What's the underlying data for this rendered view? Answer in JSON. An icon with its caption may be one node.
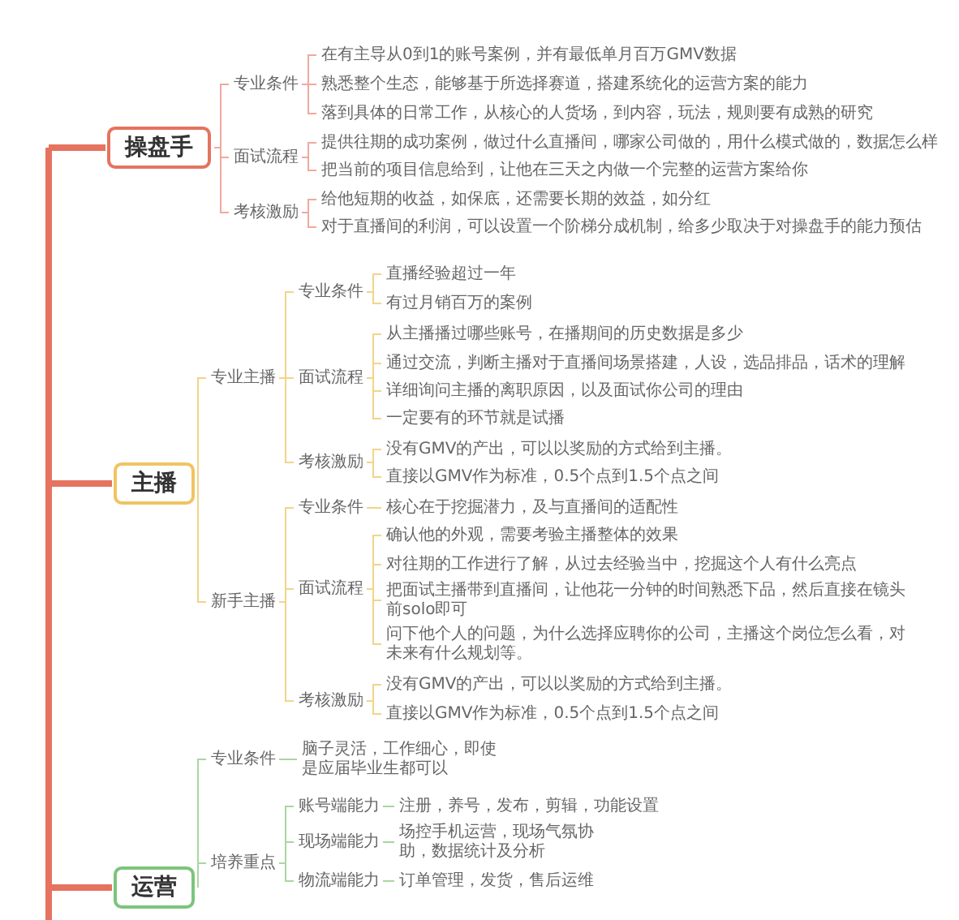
{
  "diagram": {
    "nodes": [
      {
        "text": [
          "操盘手"
        ]
      },
      {
        "text": [
          "专业条件"
        ]
      },
      {
        "text": [
          "在有主导从0到1的账号案例，并有最低单月百万GMV数据"
        ]
      },
      {
        "text": [
          "熟悉整个生态，能够基于所选择赛道，搭建系统化的运营方案的能力"
        ]
      },
      {
        "text": [
          "落到具体的日常工作，从核心的人货场，到内容，玩法，规则要有成熟的研究"
        ]
      },
      {
        "text": [
          "面试流程"
        ]
      },
      {
        "text": [
          "提供往期的成功案例，做过什么直播间，哪家公司做的，用什么模式做的，数据怎么样"
        ]
      },
      {
        "text": [
          "把当前的项目信息给到，让他在三天之内做一个完整的运营方案给你"
        ]
      },
      {
        "text": [
          "考核激励"
        ]
      },
      {
        "text": [
          "给他短期的收益，如保底，还需要长期的效益，如分红"
        ]
      },
      {
        "text": [
          "对于直播间的利润，可以设置一个阶梯分成机制，给多少取决于对操盘手的能力预估"
        ]
      },
      {
        "text": [
          "主播"
        ]
      },
      {
        "text": [
          "专业主播"
        ]
      },
      {
        "text": [
          "专业条件"
        ]
      },
      {
        "text": [
          "直播经验超过一年"
        ]
      },
      {
        "text": [
          "有过月销百万的案例"
        ]
      },
      {
        "text": [
          "面试流程"
        ]
      },
      {
        "text": [
          "从主播播过哪些账号，在播期间的历史数据是多少"
        ]
      },
      {
        "text": [
          "通过交流，判断主播对于直播间场景搭建，人设，选品排品，话术的理解"
        ]
      },
      {
        "text": [
          "详细询问主播的离职原因，以及面试你公司的理由"
        ]
      },
      {
        "text": [
          "一定要有的环节就是试播"
        ]
      },
      {
        "text": [
          "考核激励"
        ]
      },
      {
        "text": [
          "没有GMV的产出，可以以奖励的方式给到主播。"
        ]
      },
      {
        "text": [
          "直接以GMV作为标准，0.5个点到1.5个点之间"
        ]
      },
      {
        "text": [
          "新手主播"
        ]
      },
      {
        "text": [
          "专业条件"
        ]
      },
      {
        "text": [
          "核心在于挖掘潜力，及与直播间的适配性"
        ]
      },
      {
        "text": [
          "面试流程"
        ]
      },
      {
        "text": [
          "确认他的外观，需要考验主播整体的效果"
        ]
      },
      {
        "text": [
          "对往期的工作进行了解，从过去经验当中，挖掘这个人有什么亮点"
        ]
      },
      {
        "text": [
          "把面试主播带到直播间，让他花一分钟的时间熟悉下品，然后直接在镜头前solo即可"
        ]
      },
      {
        "text": [
          "问下他个人的问题，为什么选择应聘你的公司，主播这个岗位怎么看，对未来有什么规划等。"
        ]
      },
      {
        "text": [
          "考核激励"
        ]
      },
      {
        "text": [
          "没有GMV的产出，可以以奖励的方式给到主播。"
        ]
      },
      {
        "text": [
          "直接以GMV作为标准，0.5个点到1.5个点之间"
        ]
      },
      {
        "text": [
          "运营"
        ]
      },
      {
        "text": [
          "专业条件"
        ]
      },
      {
        "text": [
          "脑子灵活，工作细心，即使是应届毕业生都可以"
        ]
      },
      {
        "text": [
          "培养重点"
        ]
      },
      {
        "text": [
          "账号端能力"
        ]
      },
      {
        "text": [
          "注册，养号，发布，剪辑，功能设置"
        ]
      },
      {
        "text": [
          "现场端能力"
        ]
      },
      {
        "text": [
          "场控手机运营，现场气氛协助，数据统计及分析"
        ]
      },
      {
        "text": [
          "物流端能力"
        ]
      },
      {
        "text": [
          "订单管理，发货，售后运维"
        ]
      }
    ],
    "edges": [
      {
        "from": null,
        "to": 0,
        "arrow": "none",
        "style": "thick",
        "color": "#e5735f"
      },
      {
        "from": null,
        "to": 11,
        "arrow": "none",
        "style": "thick",
        "color": "#e5735f"
      },
      {
        "from": null,
        "to": 35,
        "arrow": "none",
        "style": "thick",
        "color": "#e5735f"
      },
      {
        "from": 0,
        "to": 1,
        "arrow": "none",
        "color": "#f0a99e"
      },
      {
        "from": 1,
        "to": 2,
        "arrow": "none",
        "color": "#f0a99e"
      },
      {
        "from": 1,
        "to": 3,
        "arrow": "none",
        "color": "#f0a99e"
      },
      {
        "from": 1,
        "to": 4,
        "arrow": "none",
        "color": "#f0a99e"
      },
      {
        "from": 0,
        "to": 5,
        "arrow": "none",
        "color": "#f0a99e"
      },
      {
        "from": 5,
        "to": 6,
        "arrow": "none",
        "color": "#f0a99e"
      },
      {
        "from": 5,
        "to": 7,
        "arrow": "none",
        "color": "#f0a99e"
      },
      {
        "from": 0,
        "to": 8,
        "arrow": "none",
        "color": "#f0a99e"
      },
      {
        "from": 8,
        "to": 9,
        "arrow": "none",
        "color": "#f0a99e"
      },
      {
        "from": 8,
        "to": 10,
        "arrow": "none",
        "color": "#f0a99e"
      },
      {
        "from": 11,
        "to": 12,
        "arrow": "none"
      },
      {
        "from": 12,
        "to": 13,
        "arrow": "none"
      },
      {
        "from": 13,
        "to": 14,
        "arrow": "none"
      },
      {
        "from": 13,
        "to": 15,
        "arrow": "none"
      },
      {
        "from": 12,
        "to": 16,
        "arrow": "none"
      },
      {
        "from": 16,
        "to": 17,
        "arrow": "none"
      },
      {
        "from": 16,
        "to": 18,
        "arrow": "none"
      },
      {
        "from": 16,
        "to": 19,
        "arrow": "none"
      },
      {
        "from": 16,
        "to": 20,
        "arrow": "none"
      },
      {
        "from": 12,
        "to": 21,
        "arrow": "none"
      },
      {
        "from": 21,
        "to": 22,
        "arrow": "none"
      },
      {
        "from": 21,
        "to": 23,
        "arrow": "none"
      },
      {
        "from": 11,
        "to": 24,
        "arrow": "none"
      },
      {
        "from": 24,
        "to": 25,
        "arrow": "none"
      },
      {
        "from": 25,
        "to": 26,
        "arrow": "none"
      },
      {
        "from": 24,
        "to": 27,
        "arrow": "none"
      },
      {
        "from": 27,
        "to": 28,
        "arrow": "none"
      },
      {
        "from": 27,
        "to": 29,
        "arrow": "none"
      },
      {
        "from": 27,
        "to": 30,
        "arrow": "none"
      },
      {
        "from": 27,
        "to": 31,
        "arrow": "none"
      },
      {
        "from": 24,
        "to": 32,
        "arrow": "none"
      },
      {
        "from": 32,
        "to": 33,
        "arrow": "none"
      },
      {
        "from": 32,
        "to": 34,
        "arrow": "none"
      },
      {
        "from": 35,
        "to": 36,
        "arrow": "none",
        "color": "#a9d6a0"
      },
      {
        "from": 36,
        "to": 37,
        "arrow": "none",
        "color": "#a9d6a0"
      },
      {
        "from": 35,
        "to": 38,
        "arrow": "none",
        "color": "#a9d6a0"
      },
      {
        "from": 38,
        "to": 39,
        "arrow": "none",
        "color": "#a9d6a0"
      },
      {
        "from": 39,
        "to": 40,
        "arrow": "none",
        "color": "#a9d6a0"
      },
      {
        "from": 38,
        "to": 41,
        "arrow": "none",
        "color": "#a9d6a0"
      },
      {
        "from": 41,
        "to": 42,
        "arrow": "none",
        "color": "#a9d6a0"
      },
      {
        "from": 38,
        "to": 43,
        "arrow": "none",
        "color": "#a9d6a0"
      },
      {
        "from": 43,
        "to": 44,
        "arrow": "none",
        "color": "#a9d6a0"
      }
    ]
  }
}
